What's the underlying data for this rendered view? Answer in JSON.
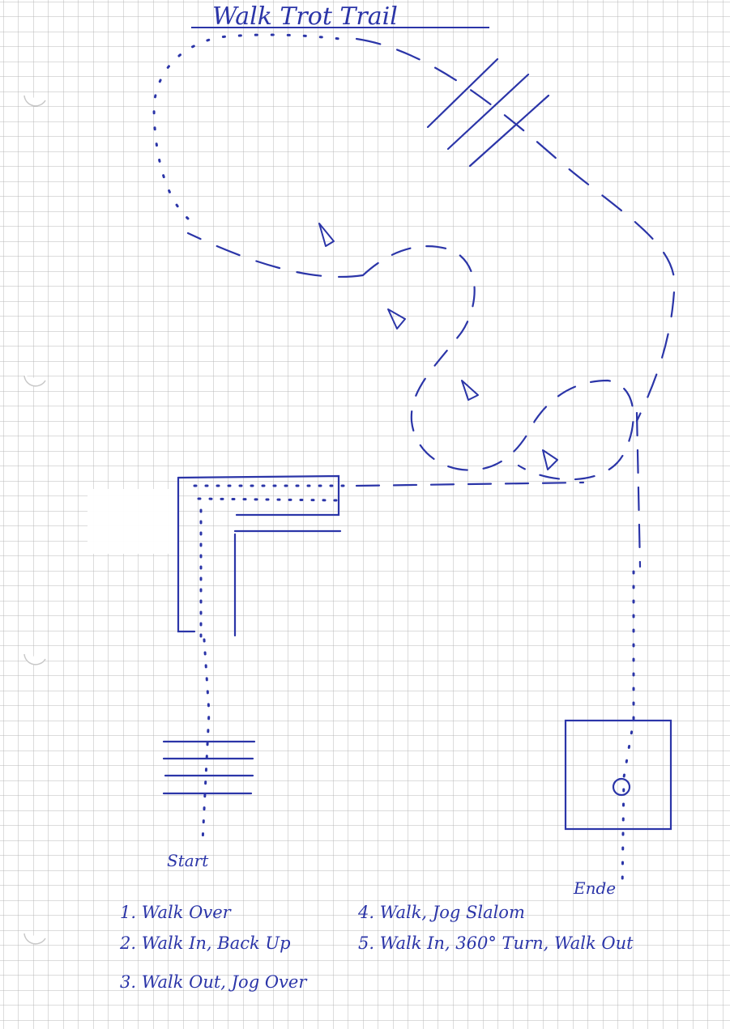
{
  "title": "Walk Trot Trail",
  "labels": {
    "start": "Start",
    "end": "Ende"
  },
  "legend": [
    {
      "text": "1. Walk Over"
    },
    {
      "text": "2. Walk In, Back Up"
    },
    {
      "text": "3. Walk Out, Jog Over"
    },
    {
      "text": "4. Walk, Jog Slalom"
    },
    {
      "text": "5. Walk In, 360° Turn, Walk Out"
    }
  ],
  "colors": {
    "ink": "#2b35a8",
    "grid": "#b9b9b9",
    "paper": "#ffffff",
    "hole": "#c8c8c8"
  },
  "symbols": {
    "walk_path": "dotted line",
    "jog_path": "dashed line",
    "cone": "triangle",
    "pole": "solid line"
  }
}
